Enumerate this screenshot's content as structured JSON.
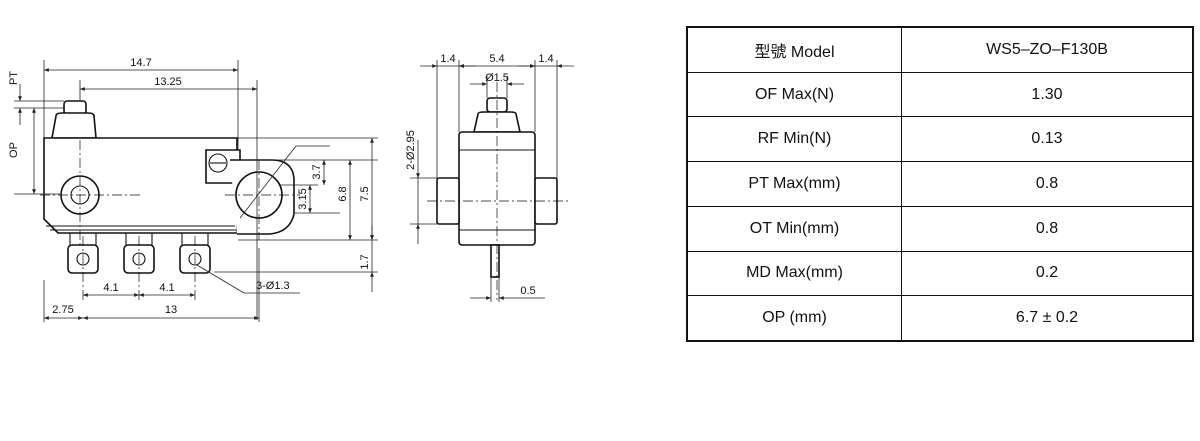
{
  "drawing": {
    "front_view": {
      "dim_top_overall": "14.7",
      "dim_top_inner": "13.25",
      "dim_pt": "PT",
      "dim_op": "OP",
      "dim_right_a": "3.15",
      "dim_right_b": "3.7",
      "dim_right_c": "6.8",
      "dim_right_d": "7.5",
      "dim_bottom_right": "1.7",
      "dim_pin_spacing_1": "4.1",
      "dim_pin_spacing_2": "4.1",
      "dim_pin_holes": "3-Ø1.3",
      "dim_bottom_left": "2.75",
      "dim_bottom_span": "13"
    },
    "side_view": {
      "dim_left": "1.4",
      "dim_middle": "5.4",
      "dim_right": "1.4",
      "dim_actuator": "Ø1.5",
      "dim_holes": "2-Ø2.95",
      "dim_terminal": "0.5"
    }
  },
  "spec_table": {
    "rows": [
      {
        "label": "型號 Model",
        "value": "WS5–ZO–F130B"
      },
      {
        "label": "OF Max(N)",
        "value": "1.30"
      },
      {
        "label": "RF Min(N)",
        "value": "0.13"
      },
      {
        "label": "PT Max(mm)",
        "value": "0.8"
      },
      {
        "label": "OT Min(mm)",
        "value": "0.8"
      },
      {
        "label": "MD Max(mm)",
        "value": "0.2"
      },
      {
        "label": "OP (mm)",
        "value": "6.7 ± 0.2"
      }
    ]
  }
}
